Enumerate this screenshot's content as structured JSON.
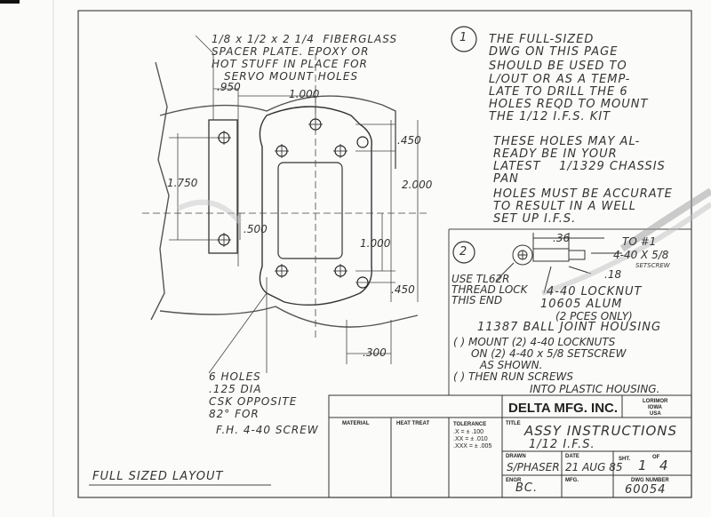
{
  "drawing": {
    "top_note": [
      "1/8 x 1/2 x 2 1/4  FIBERGLASS",
      "SPACER PLATE. EPOXY OR",
      "HOT STUFF IN PLACE FOR",
      "SERVO MOUNT HOLES"
    ],
    "dims": {
      "d950": ".950",
      "d1000_top": "1.000",
      "d450_top": ".450",
      "d2000": "2.000",
      "d1750": "1.750",
      "d500": ".500",
      "d1000_mid": "1.000",
      "d450_bot": ".450",
      "d300": ".300"
    },
    "holes_note": [
      "6 HOLES",
      ".125 DIA",
      "CSK OPPOSITE",
      "82° FOR",
      "F.H. 4-40 SCREW"
    ],
    "layout_label": "FULL SIZED LAYOUT"
  },
  "note1": {
    "number": "1",
    "lines": [
      "THE FULL-SIZED",
      "DWG ON THIS PAGE",
      "SHOULD BE USED TO",
      "L/OUT OR AS A TEMP-",
      "LATE TO DRILL THE 6",
      "HOLES REQD TO MOUNT",
      "THE 1/12 I.F.S. KIT"
    ],
    "lines2": [
      "THESE HOLES MAY AL-",
      "READY BE IN YOUR",
      "LATEST    1/1329 CHASSIS",
      "PAN"
    ],
    "lines3": [
      "HOLES MUST BE ACCURATE",
      "TO RESULT IN A WELL",
      "SET UP I.F.S."
    ]
  },
  "note2": {
    "number": "2",
    "dim_36": ".36",
    "dim_18": ".18",
    "to_label": "TO #1",
    "setscrew": [
      "4-40 X 5/8",
      "SETSCREW"
    ],
    "use_label": [
      "USE TL62R",
      "THREAD LOCK",
      "THIS END"
    ],
    "locknut": "4-40 LOCKNUT",
    "alum": [
      "10605 ALUM",
      "(2 PCES ONLY)"
    ],
    "housing": "11387 BALL JOINT HOUSING",
    "step1": [
      "( ) MOUNT (2) 4-40 LOCKNUTS",
      "ON (2) 4-40 x 5/8 SETSCREW",
      "AS SHOWN."
    ],
    "step2": [
      "( ) THEN RUN SCREWS",
      "INTO PLASTIC HOUSING."
    ]
  },
  "title_block": {
    "material_label": "MATERIAL",
    "heat_treat_label": "HEAT TREAT",
    "tolerance_label": "TOLERANCE",
    "tolerance_lines": [
      ".X = ± .100",
      ".XX = ± .010",
      ".XXX = ± .005"
    ],
    "company": "DELTA MFG. INC.",
    "location": [
      "LORIMOR",
      "IOWA",
      "USA"
    ],
    "title_label": "TITLE",
    "title_lines": [
      "ASSY INSTRUCTIONS",
      "1/12 I.F.S."
    ],
    "drawn_label": "DRAWN",
    "drawn_value": "S/PHASER",
    "date_label": "DATE",
    "date_value": "21 AUG 85",
    "sheet_label": "SHT.",
    "of_label": "OF",
    "sheet_value": "1",
    "sheet_total": "4",
    "engr_label": "ENGR",
    "engr_value": "BC.",
    "mfg_label": "MFG.",
    "dwg_label": "DWG NUMBER",
    "dwg_value": "60054"
  }
}
